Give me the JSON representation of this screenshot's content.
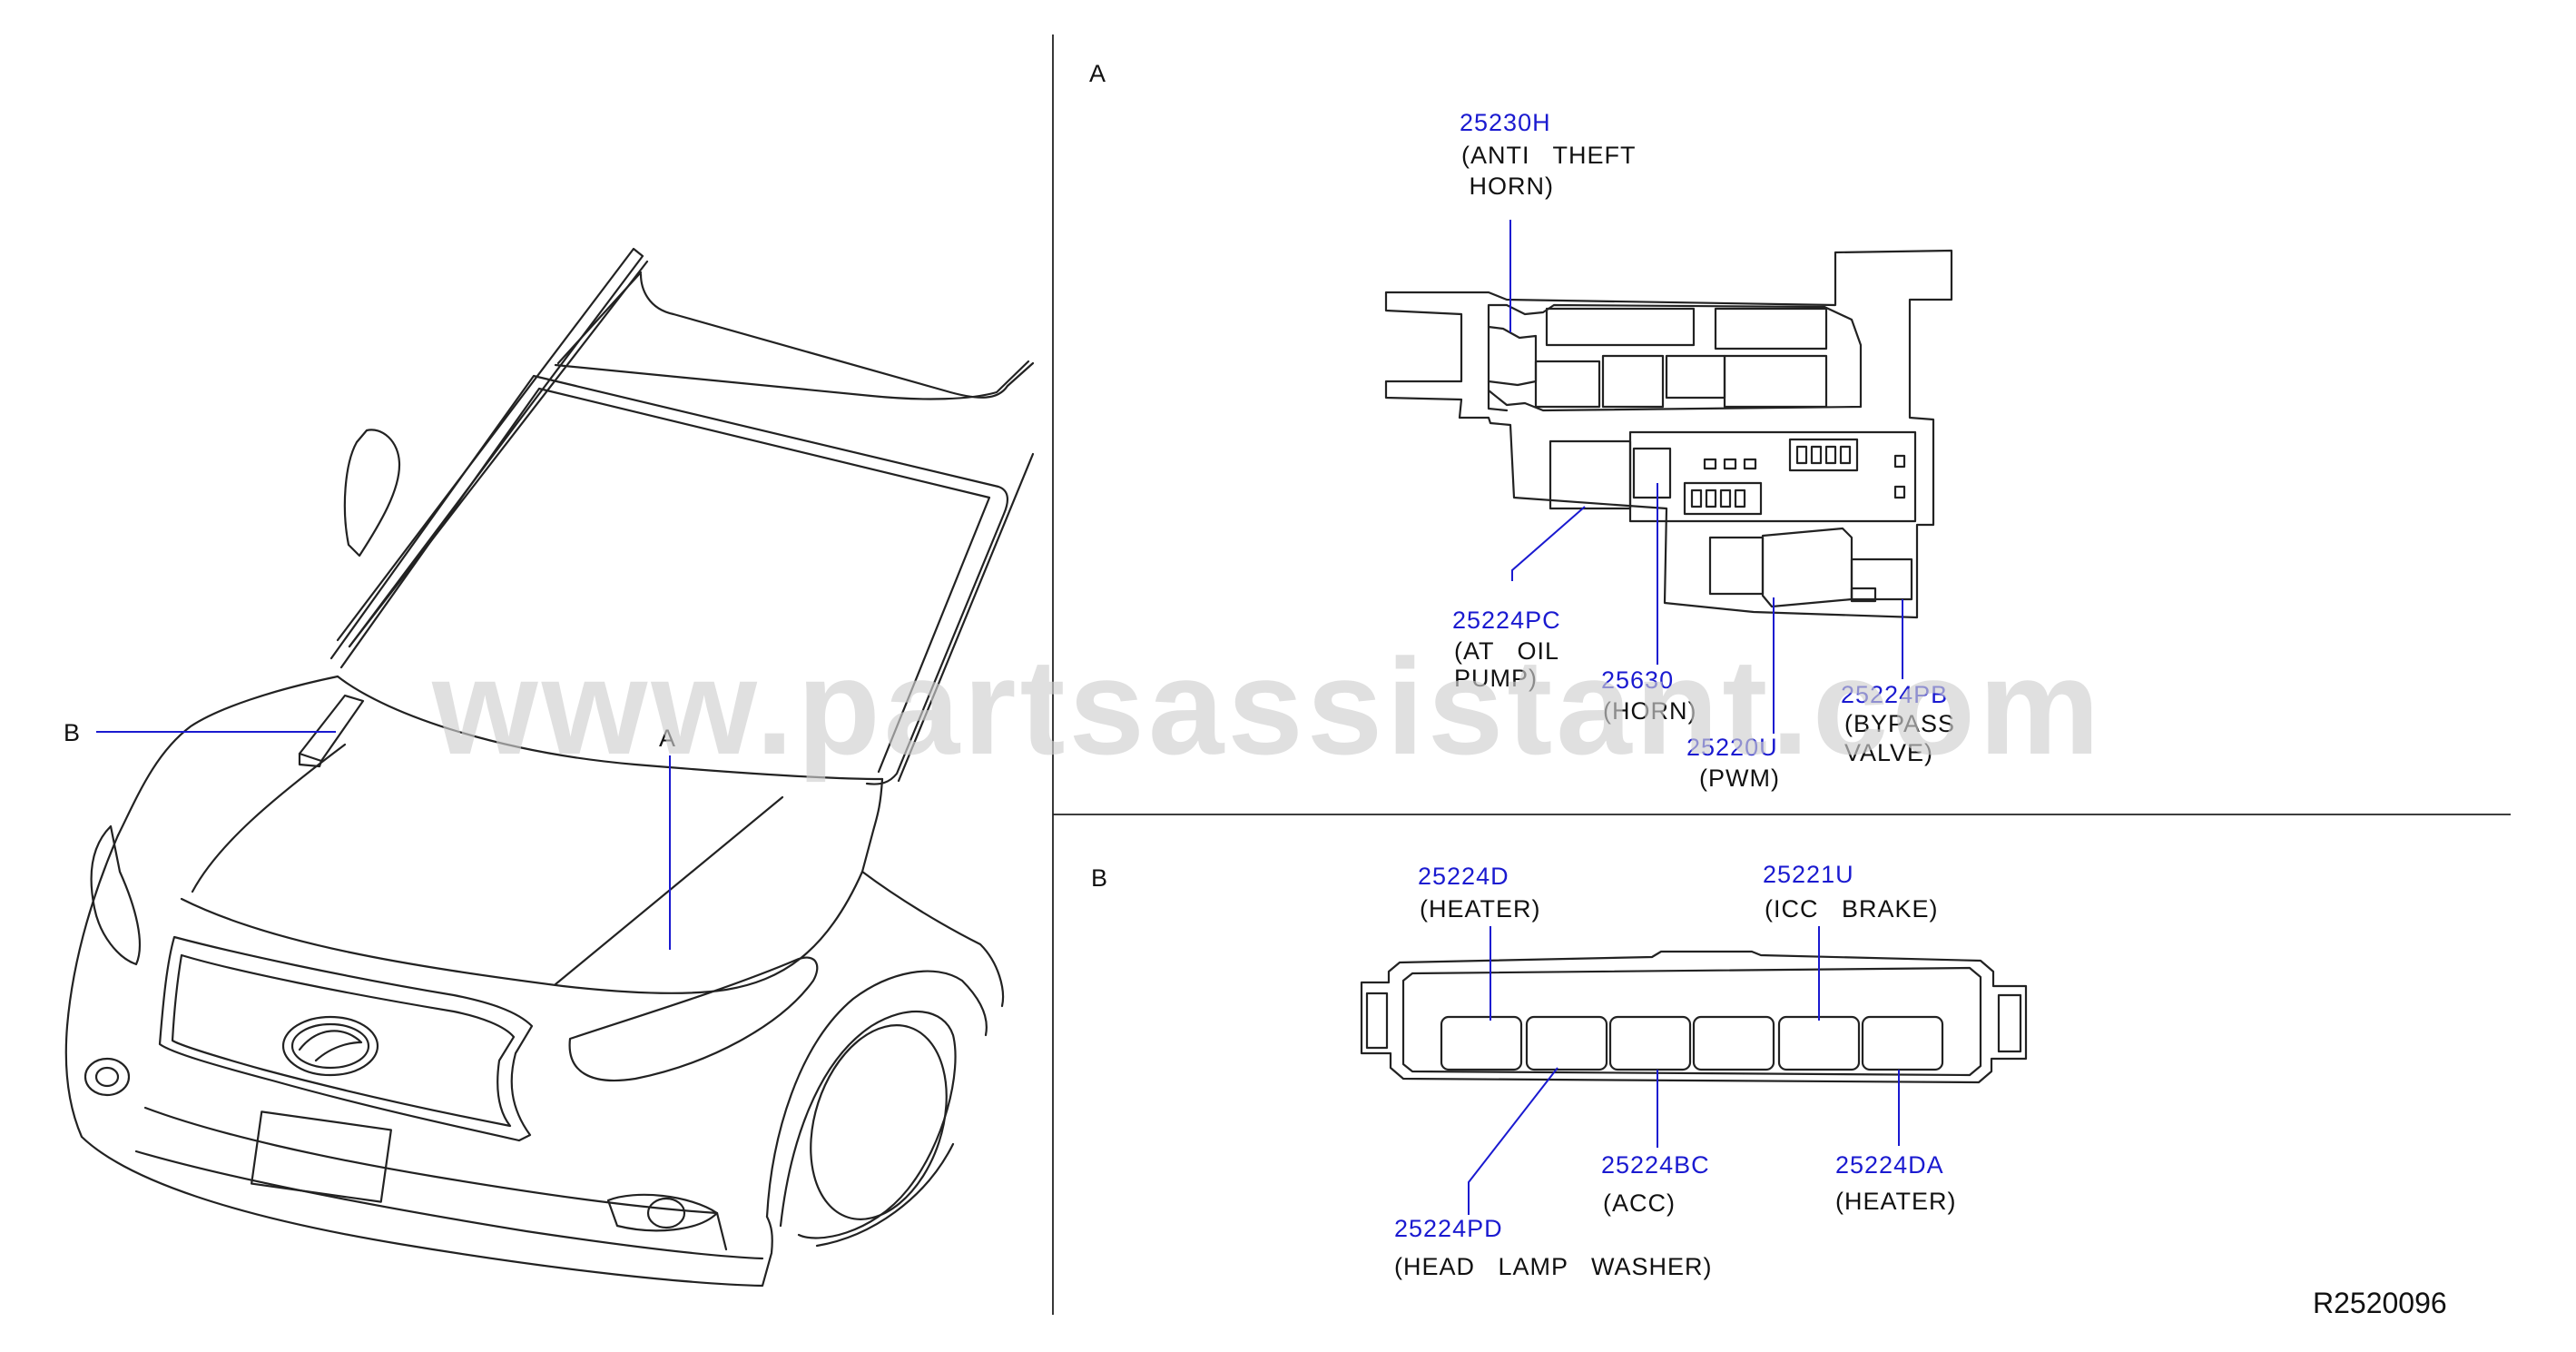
{
  "watermark": "www.partsassistant.com",
  "drawing_number": "R2520096",
  "sections": {
    "a": {
      "letter": "A",
      "callouts": [
        {
          "part": "25230H",
          "desc1": "(ANTI   THEFT",
          "desc2": " HORN)"
        },
        {
          "part": "25224PC",
          "desc1": "(AT   OIL",
          "desc2": "PUMP)"
        },
        {
          "part": "25630",
          "desc1": "(HORN)",
          "desc2": ""
        },
        {
          "part": "25220U",
          "desc1": "(PWM)",
          "desc2": ""
        },
        {
          "part": "25224PB",
          "desc1": "(BYPASS",
          "desc2": "VALVE)"
        }
      ]
    },
    "b": {
      "letter": "B",
      "callouts": [
        {
          "part": "25224D",
          "desc1": "(HEATER)"
        },
        {
          "part": "25221U",
          "desc1": "(ICC   BRAKE)"
        },
        {
          "part": "25224PD",
          "desc1": "(HEAD   LAMP   WASHER)"
        },
        {
          "part": "25224BC",
          "desc1": "(ACC)"
        },
        {
          "part": "25224DA",
          "desc1": "(HEATER)"
        }
      ]
    }
  },
  "vehicle_labels": {
    "a": "A",
    "b": "B"
  }
}
